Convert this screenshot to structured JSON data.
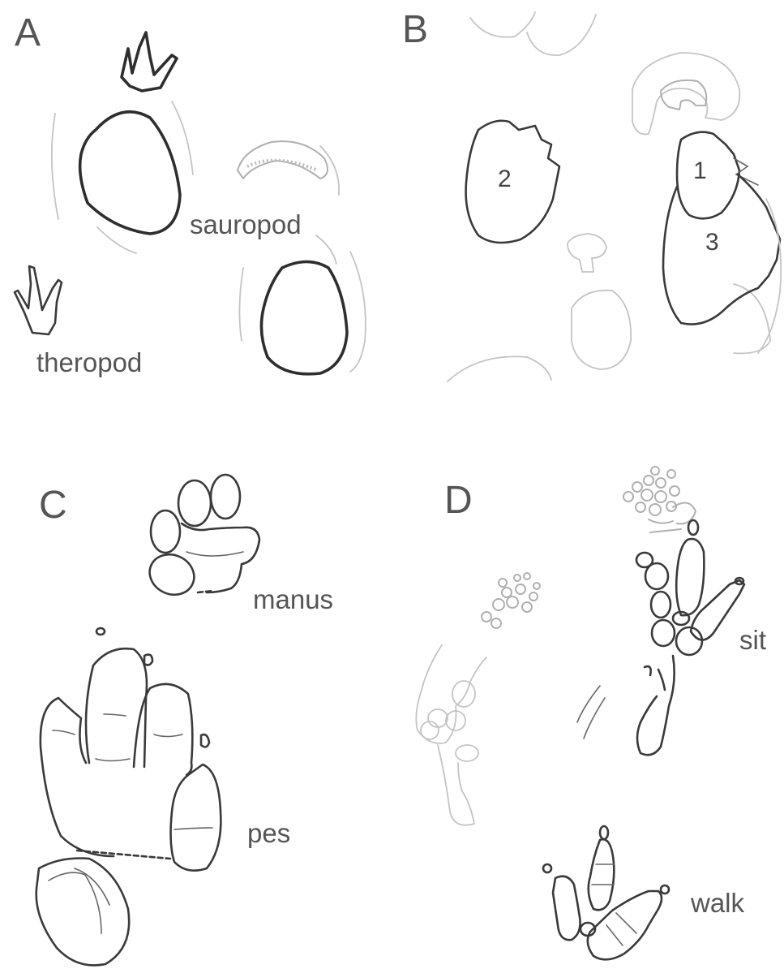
{
  "panels": {
    "a": {
      "letter": "A",
      "labels": {
        "sauropod": "sauropod",
        "theropod": "theropod"
      }
    },
    "b": {
      "letter": "B",
      "numbers": {
        "one": "1",
        "two": "2",
        "three": "3"
      }
    },
    "c": {
      "letter": "C",
      "labels": {
        "manus": "manus",
        "pes": "pes"
      }
    },
    "d": {
      "letter": "D",
      "labels": {
        "sit": "sit",
        "walk": "walk"
      }
    }
  },
  "colors": {
    "ink": "#3a3a3a",
    "faint": "#c4c4c4",
    "text": "#555555"
  }
}
